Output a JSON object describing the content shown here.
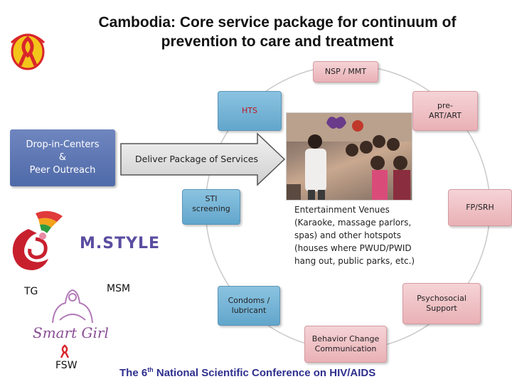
{
  "title": {
    "line1": "Cambodia: Core service package for continuum of",
    "line2": "prevention to care and treatment"
  },
  "cycle_nodes": {
    "nsp": "NSP / MMT",
    "art_line1": "pre-",
    "art_line2": "ART/ART",
    "fp": "FP/SRH",
    "psycho_line1": "Psychosocial",
    "psycho_line2": "Support",
    "bcc_line1": "Behavior Change",
    "bcc_line2": "Communication",
    "condoms_line1": "Condoms /",
    "condoms_line2": "lubricant",
    "sti_line1": "STI",
    "sti_line2": "screening",
    "hts": "HTS"
  },
  "drop_in": {
    "line1": "Drop-in-Centers",
    "line2": "&",
    "line3": "Peer Outreach"
  },
  "arrow_label": "Deliver Package of Services",
  "venues": {
    "line1": "Entertainment Venues",
    "line2": "(Karaoke, massage parlors,",
    "line3": "spas) and other hotspots",
    "line4": "(houses where PWUD/PWID",
    "line5": "hang out, public parks, etc.)"
  },
  "groups": {
    "tg": "TG",
    "msm": "MSM",
    "fsw": "FSW"
  },
  "logos": {
    "mstyle": "M.STYLE",
    "smartgirl": "Smart Girl"
  },
  "footer": {
    "pre": "The 6",
    "sup": "th",
    "post": " National Scientific Conference on HIV/AIDS"
  },
  "colors": {
    "pink_node": "#eec3c7",
    "blue_node": "#75b4d8",
    "drop_in_box": "#5a74b0",
    "cycle_line": "#c9c9c9",
    "ribbon": "#d9262b",
    "logo_bg": "#f3c51b",
    "footer_text": "#2f2f8f"
  }
}
